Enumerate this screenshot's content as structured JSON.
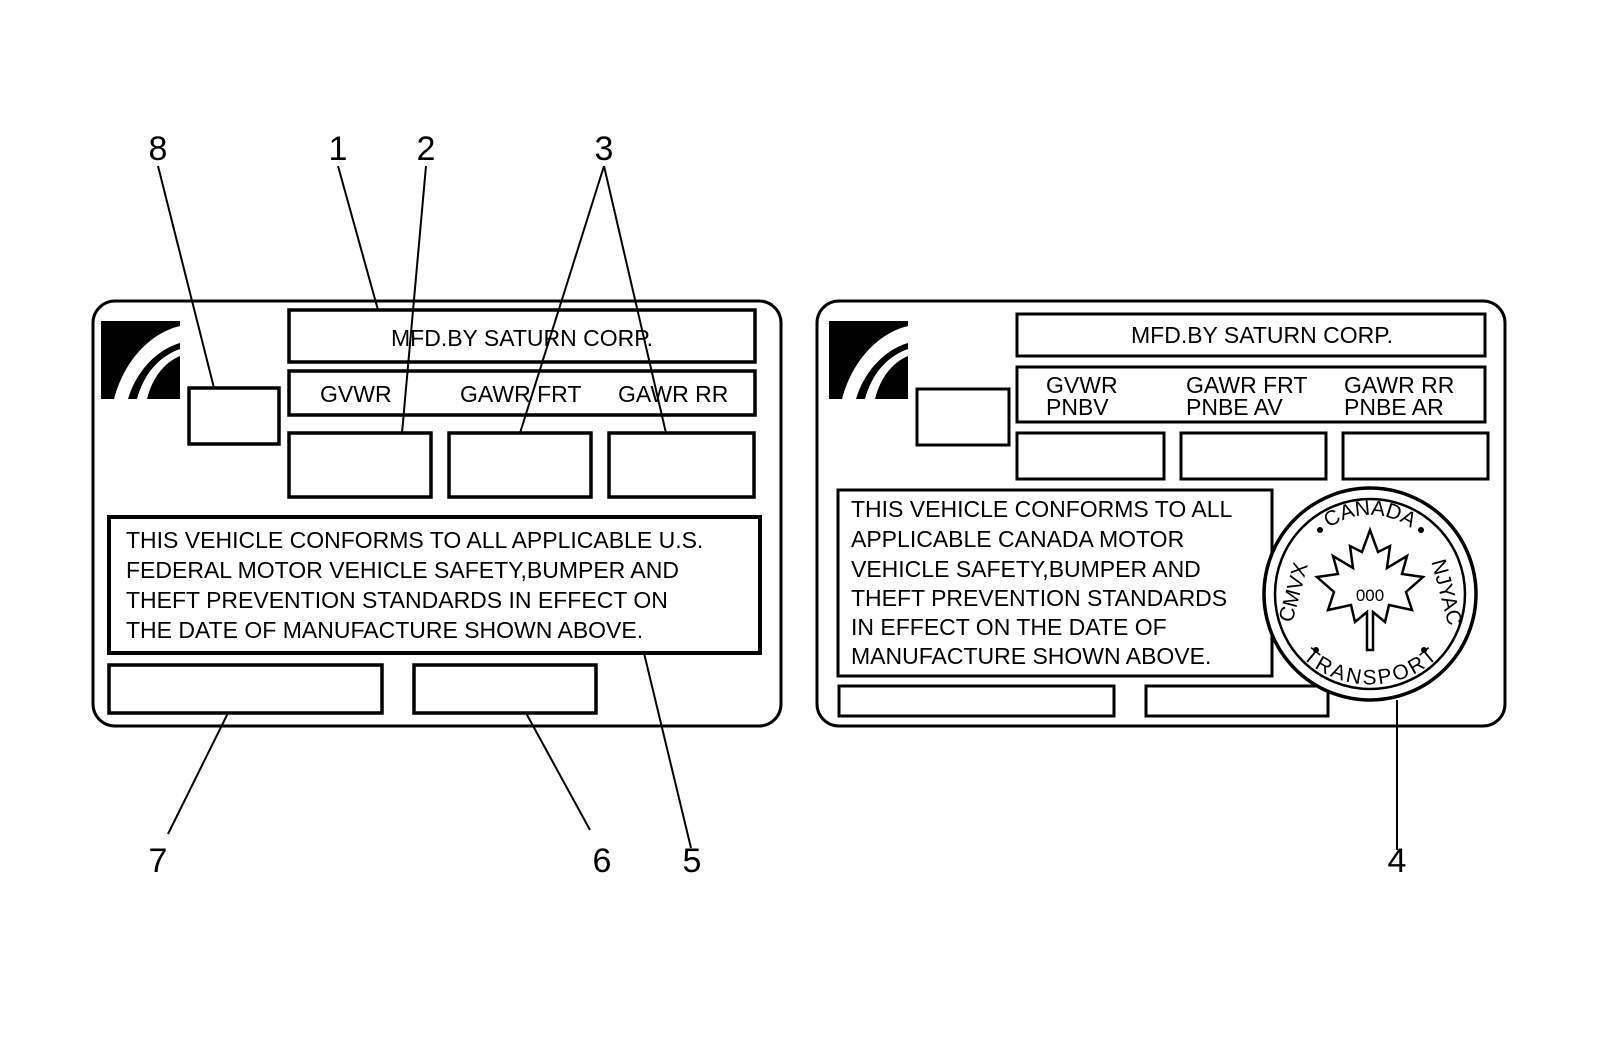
{
  "callouts": {
    "n1": "1",
    "n2": "2",
    "n3": "3",
    "n4": "4",
    "n5": "5",
    "n6": "6",
    "n7": "7",
    "n8": "8"
  },
  "us_label": {
    "manufacturer": "MFD.BY SATURN CORP.",
    "header_gvwr": "GVWR",
    "header_gawr_frt": "GAWR FRT",
    "header_gawr_rr": "GAWR RR",
    "conformity_lines": [
      "THIS VEHICLE CONFORMS TO ALL APPLICABLE U.S.",
      "FEDERAL MOTOR VEHICLE SAFETY,BUMPER AND",
      "THEFT PREVENTION STANDARDS IN EFFECT ON",
      "THE DATE OF MANUFACTURE SHOWN ABOVE."
    ]
  },
  "canada_label": {
    "manufacturer": "MFD.BY SATURN CORP.",
    "header_gvwr": "GVWR",
    "header_gvwr_fr": "PNBV",
    "header_gawr_frt": "GAWR FRT",
    "header_gawr_frt_fr": "PNBE AV",
    "header_gawr_rr": "GAWR RR",
    "header_gawr_rr_fr": "PNBE AR",
    "conformity_lines": [
      "THIS VEHICLE CONFORMS TO ALL",
      "APPLICABLE CANADA MOTOR",
      "VEHICLE SAFETY,BUMPER AND",
      "THEFT PREVENTION STANDARDS",
      "IN EFFECT ON THE DATE OF",
      "MANUFACTURE SHOWN ABOVE."
    ],
    "seal": {
      "top": "CANADA",
      "bottom": "TRANSPORT",
      "left": "CMVX",
      "right": "NJYAC",
      "center": "000"
    }
  }
}
